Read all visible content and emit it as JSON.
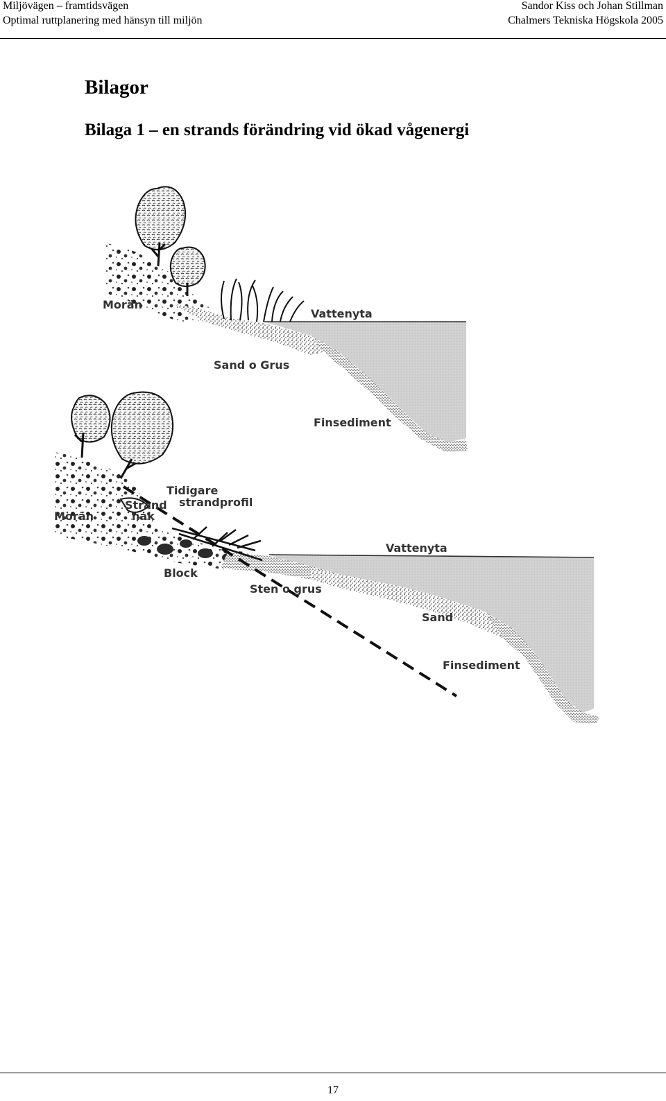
{
  "header": {
    "left_line1": "Miljövägen – framtidsvägen",
    "left_line2": "Optimal ruttplanering med hänsyn till miljön",
    "right_line1": "Sandor Kiss och Johan Stillman",
    "right_line2": "Chalmers Tekniska Högskola 2005"
  },
  "title": "Bilagor",
  "subtitle": "Bilaga 1 – en strands förändring vid ökad vågenergi",
  "figure": {
    "top": {
      "label_moran": "Morän",
      "label_vattenyta": "Vattenyta",
      "label_sand_grus": "Sand o Grus",
      "label_finsediment": "Finsediment"
    },
    "bottom": {
      "label_tidigare_1": "Tidigare",
      "label_tidigare_2": "strandprofil",
      "label_strandhak_1": "Strand",
      "label_strandhak_2": "hak",
      "label_moran": "Morän",
      "label_block": "Block",
      "label_sten_grus": "Sten o grus",
      "label_vattenyta": "Vattenyta",
      "label_sand": "Sand",
      "label_finsediment": "Finsediment"
    }
  },
  "footer": {
    "page_number": "17"
  }
}
